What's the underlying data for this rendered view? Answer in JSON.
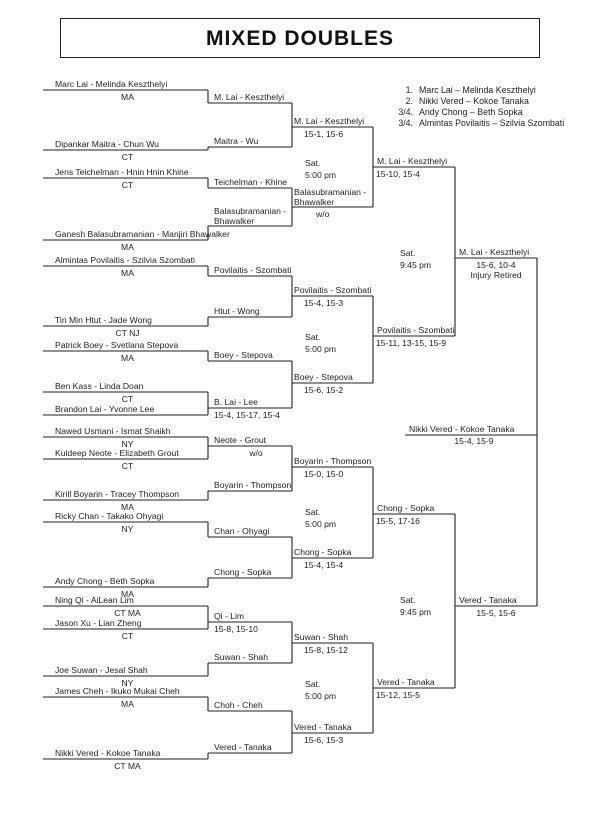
{
  "title": "MIXED DOUBLES",
  "seeds": [
    {
      "rank": "1.",
      "team": "Marc Lai – Melinda Keszthelyi"
    },
    {
      "rank": "2.",
      "team": "Nikki Vered – Kokoe Tanaka"
    },
    {
      "rank": "3/4.",
      "team": "Andy Chong – Beth Sopka"
    },
    {
      "rank": "3/4.",
      "team": "Almintas Povilaitis – Szilvia Szombati"
    }
  ],
  "round1": [
    {
      "team": "Marc Lai - Melinda Keszthelyi",
      "region": "MA"
    },
    {
      "team": "Dipankar Maitra - Chun Wu",
      "region": "CT"
    },
    {
      "team": "Jens Teichelman - Hnin Hnin Khine",
      "region": "CT"
    },
    {
      "team": "Ganesh Balasubramanian - Manjiri Bhawalker",
      "region": "MA"
    },
    {
      "team": "Almintas Povilaitis - Szilvia Szombati",
      "region": "MA"
    },
    {
      "team": "Tin Min Htut - Jade Wong",
      "region": "CT     NJ"
    },
    {
      "team": "Patrick Boey - Svetlana Stepova",
      "region": "MA"
    },
    {
      "team": "Ben Kass - Linda Doan",
      "region": "CT"
    },
    {
      "team": "Brandon Lai - Yvonne Lee",
      "region": ""
    },
    {
      "team": "Nawed Usmani - Ismat Shaikh",
      "region": "NY"
    },
    {
      "team": "Kuldeep Neote - Elizabeth Grout",
      "region": "CT"
    },
    {
      "team": "Kirill Boyarin - Tracey Thompson",
      "region": "MA"
    },
    {
      "team": "Ricky Chan - Takako Ohyagi",
      "region": "NY"
    },
    {
      "team": "Andy Chong - Beth Sopka",
      "region": "MA"
    },
    {
      "team": "Ning Qi - AiLean Lim",
      "region": "CT        MA"
    },
    {
      "team": "Jason Xu - Lian Zheng",
      "region": "CT"
    },
    {
      "team": "Joe Suwan - Jesal Shah",
      "region": "NY"
    },
    {
      "team": "James Cheh - Ikuko Mukai Cheh",
      "region": "MA"
    },
    {
      "team": "Nikki Vered - Kokoe Tanaka",
      "region": "CT          MA"
    }
  ],
  "round2": [
    {
      "team": "M. Lai - Keszthelyi",
      "score": ""
    },
    {
      "team": "Maitra - Wu",
      "score": ""
    },
    {
      "team": "Teichelman - Khine",
      "score": ""
    },
    {
      "team": "Balasubramanian -",
      "team2": "Bhawalker",
      "score": ""
    },
    {
      "team": "Povilaitis - Szombati",
      "score": ""
    },
    {
      "team": "Htut - Wong",
      "score": ""
    },
    {
      "team": "Boey - Stepova",
      "score": ""
    },
    {
      "team": "B. Lai - Lee",
      "score": "15-4, 15-17, 15-4"
    },
    {
      "team": "Neote - Grout",
      "score": "w/o"
    },
    {
      "team": "Boyarin - Thompson",
      "score": ""
    },
    {
      "team": "Chan - Ohyagi",
      "score": ""
    },
    {
      "team": "Chong - Sopka",
      "score": ""
    },
    {
      "team": "Qi - Lim",
      "score": "15-8, 15-10"
    },
    {
      "team": "Suwan - Shah",
      "score": ""
    },
    {
      "team": "Choh - Cheh",
      "score": ""
    },
    {
      "team": "Vered - Tanaka",
      "score": ""
    }
  ],
  "round3": [
    {
      "team": "M. Lai - Keszthelyi",
      "score": "15-1, 15-6"
    },
    {
      "team": "Balasubramanian -",
      "team2": "Bhawalker",
      "score": "w/o"
    },
    {
      "team": "Povilaitis - Szombati",
      "score": "15-4, 15-3"
    },
    {
      "team": "Boey - Stepova",
      "score": "15-6, 15-2"
    },
    {
      "team": "Boyarin - Thompson",
      "score": "15-0, 15-0"
    },
    {
      "team": "Chong - Sopka",
      "score": "15-4, 15-4"
    },
    {
      "team": "Suwan - Shah",
      "score": "15-8, 15-12"
    },
    {
      "team": "Vered - Tanaka",
      "score": "15-6, 15-3"
    }
  ],
  "round4": [
    {
      "team": "M. Lai - Keszthelyi",
      "score": "15-10, 15-4"
    },
    {
      "team": "Povilaitis - Szombati",
      "score": "15-11, 13-15, 15-9"
    },
    {
      "team": "Chong - Sopka",
      "score": "15-5, 17-16"
    },
    {
      "team": "Vered - Tanaka",
      "score": "15-12, 15-5"
    }
  ],
  "round5": [
    {
      "team": "M. Lai - Keszthelyi",
      "score": "15-6, 10-4",
      "note": "Injury Retired"
    },
    {
      "team": "Vered - Tanaka",
      "score": "15-5, 15-6"
    }
  ],
  "final": {
    "team": "Nikki Vered - Kokoe Tanaka",
    "score": "15-4, 15-9"
  },
  "schedule": [
    {
      "day": "Sat.",
      "time": "5:00 pm"
    },
    {
      "day": "Sat.",
      "time": "5:00 pm"
    },
    {
      "day": "Sat.",
      "time": "5:00 pm"
    },
    {
      "day": "Sat.",
      "time": "5:00 pm"
    },
    {
      "day": "Sat.",
      "time": "9:45 pm"
    },
    {
      "day": "Sat.",
      "time": "9:45 pm"
    }
  ]
}
